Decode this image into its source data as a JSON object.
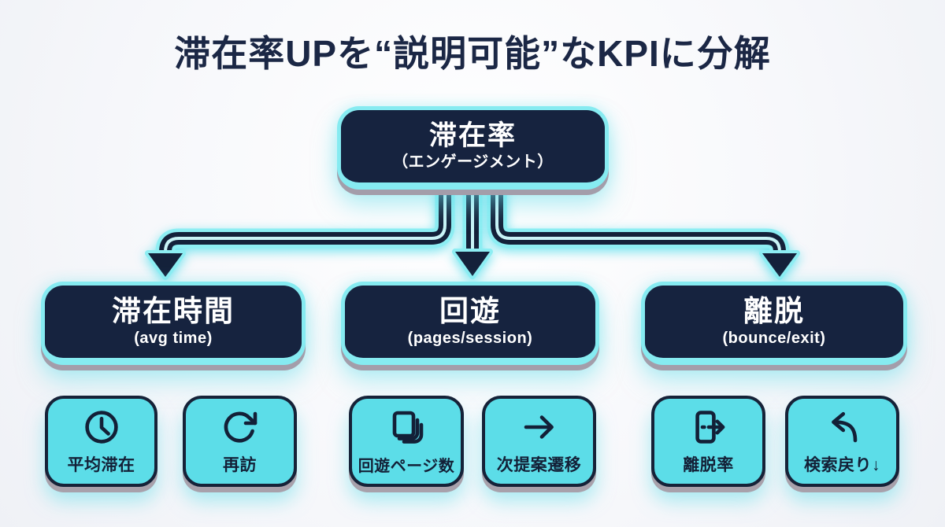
{
  "title": "滞在率UPを“説明可能”なKPIに分解",
  "root": {
    "label": "滞在率",
    "sub": "（エンゲージメント）"
  },
  "branches": [
    {
      "label": "滞在時間",
      "sub": "(avg time)",
      "children": [
        {
          "icon": "clock-icon",
          "label": "平均滞在"
        },
        {
          "icon": "redo-icon",
          "label": "再訪"
        }
      ]
    },
    {
      "label": "回遊",
      "sub": "(pages/session)",
      "children": [
        {
          "icon": "pages-icon",
          "label": "回遊ページ数"
        },
        {
          "icon": "arrow-right-icon",
          "label": "次提案遷移"
        }
      ]
    },
    {
      "label": "離脱",
      "sub": "(bounce/exit)",
      "children": [
        {
          "icon": "exit-icon",
          "label": "離脱率"
        },
        {
          "icon": "back-arrow-icon",
          "label": "検索戻り↓"
        }
      ]
    }
  ],
  "colors": {
    "navy": "#16233f",
    "cyan_fill": "#5cdde8",
    "cyan_border": "#86ebf1",
    "arrow_dark": "#14213a",
    "arrow_stripe": "#c9f4f7",
    "extrude_gray": "#a39daa",
    "glow": "rgba(108,224,236,0.5)",
    "title_text": "#1b2745",
    "node_text": "#ffffff",
    "leaf_text": "#132037",
    "background": "#f7f8fb"
  }
}
